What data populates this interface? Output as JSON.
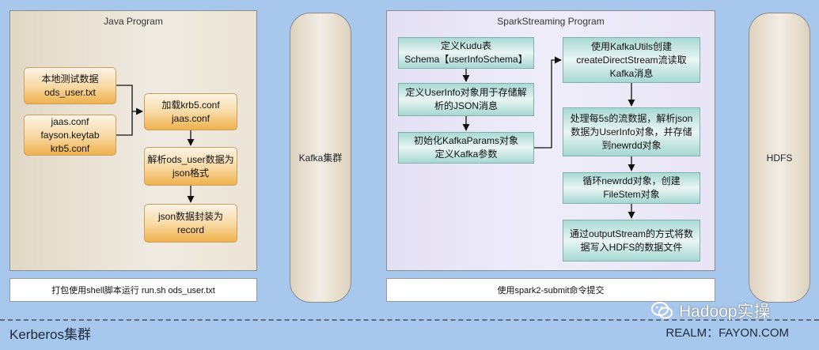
{
  "java_panel": {
    "title": "Java Program",
    "nodes": {
      "local_test_data": "本地测试数据\nods_user.txt",
      "config_files": "jaas.conf\nfayson.keytab\nkrb5.conf",
      "load_config": "加载krb5.conf\njaas.conf",
      "parse_data": "解析ods_user数据为\njson格式",
      "wrap_record": "json数据封装为\nrecord"
    }
  },
  "java_footer": "打包使用shell脚本运行 run.sh ods_user.txt",
  "kafka_cluster": "Kafka集群",
  "spark_panel": {
    "title": "SparkStreaming Program",
    "nodes": {
      "define_kudu_table": "定义Kudu表\nSchema【userInfoSchema】",
      "define_userinfo": "定义UserInfo对象用于存储解\n析的JSON消息",
      "init_kafka_params": "初始化KafkaParams对象\n定义Kafka参数",
      "create_stream": "使用KafkaUtils创建\ncreateDirectStream流读取\nKafka消息",
      "process_stream": "处理每5s的流数据，解析json\n数据为UserInfo对象，并存储\n到newrdd对象",
      "loop_newrdd": "循环newrdd对象，创建\nFileStem对象",
      "write_hdfs": "通过outputStream的方式将数\n据写入HDFS的数据文件"
    }
  },
  "spark_footer": "使用spark2-submit命令提交",
  "hdfs": "HDFS",
  "kerberos_cluster": "Kerberos集群",
  "realm": "REALM：FAYON.COM",
  "watermark": "Hadoop实操",
  "colors": {
    "background": "#a7c7ec",
    "orange_node": "#efb14d",
    "teal_node": "#a9d9d3",
    "dashed_line": "#5a6e86"
  }
}
